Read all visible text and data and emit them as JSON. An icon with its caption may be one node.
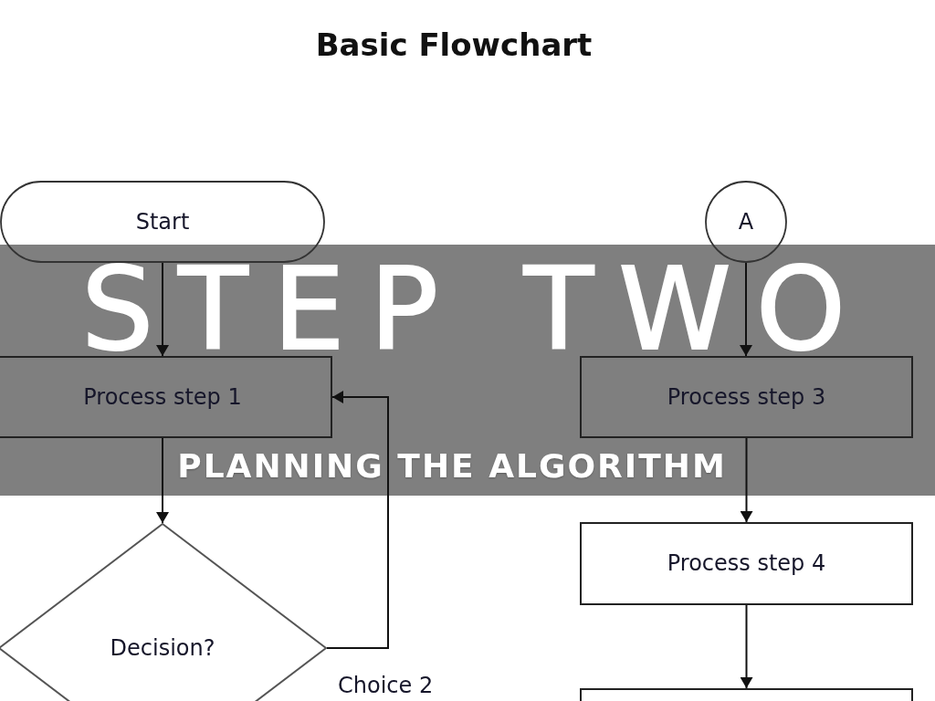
{
  "diagram": {
    "title": "Basic Flowchart",
    "nodes": [
      {
        "text": [
          "Start"
        ]
      },
      {
        "text": [
          "A"
        ]
      },
      {
        "text": [
          "Process step 1"
        ]
      },
      {
        "text": [
          "Process step 3"
        ]
      },
      {
        "text": [
          "Decision?"
        ],
        "beside": [
          "Choice 2"
        ]
      },
      {
        "text": [
          "Process step 4"
        ]
      },
      {
        "text": [],
        "shape": "box"
      }
    ],
    "edges": [
      {
        "from": 0,
        "to": 2,
        "arrow": "to"
      },
      {
        "from": 1,
        "to": 3,
        "arrow": "to"
      },
      {
        "from": 2,
        "to": 4,
        "arrow": "to"
      },
      {
        "from": 4,
        "to": 2,
        "arrow": "to"
      },
      {
        "from": 3,
        "to": 5,
        "arrow": "to"
      },
      {
        "from": 5,
        "to": 6,
        "arrow": "to"
      }
    ],
    "labels": [
      "STEP TWO",
      "PLANNING THE ALGORITHM"
    ]
  }
}
